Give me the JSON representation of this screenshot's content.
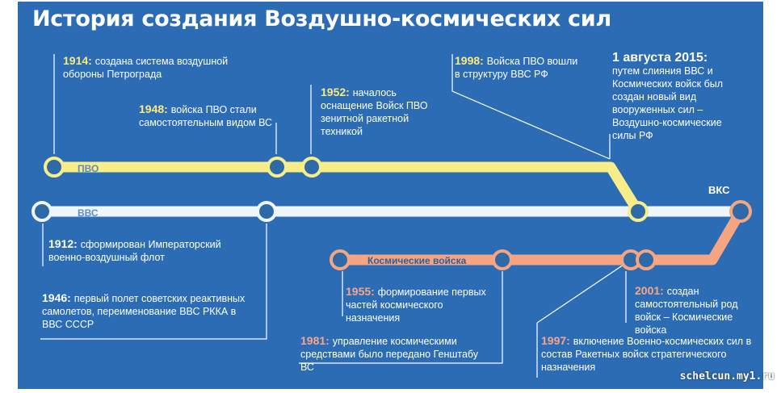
{
  "title": "История создания Воздушно-космических сил",
  "lines": {
    "pvo": "ПВО",
    "vvs": "ВВС",
    "space": "Космические войска",
    "vks": "ВКС"
  },
  "events": {
    "e1914": {
      "year": "1914",
      "text": "создана система воздушной обороны Петрограда"
    },
    "e1948": {
      "year": "1948",
      "text": "войска ПВО стали самостоятельным видом ВС"
    },
    "e1952": {
      "year": "1952",
      "text": "началось оснащение Войск ПВО зенитной ракетной техникой"
    },
    "e1998": {
      "year": "1998",
      "text": "Войска ПВО вошли в структуру ВВС РФ"
    },
    "e2015": {
      "year": "1 августа 2015",
      "text": "путем слияния ВВС и Космических войск был создан новый вид вооруженных сил – Воздушно-космические силы РФ"
    },
    "e1912": {
      "year": "1912",
      "text": "сформирован Императорский военно-воздушный флот"
    },
    "e1946": {
      "year": "1946",
      "text": "первый полет советских реактивных самолетов, переименование ВВС РККА в ВВС СССР"
    },
    "e1955": {
      "year": "1955",
      "text": "формирование первых частей космического назначения"
    },
    "e1981": {
      "year": "1981",
      "text": "управление космическими средствами было передано Генштабу ВС"
    },
    "e1997": {
      "year": "1997",
      "text": "включение Военно-космических сил в состав Ракетных войск стратегического назначения"
    },
    "e2001": {
      "year": "2001",
      "text": "создан самостоятельный род войск – Космические войска"
    }
  },
  "watermark": "schelcun.my1.ru",
  "colors": {
    "background": "#2b6cb5",
    "pvo_line": "#f7ee8a",
    "vvs_line": "#eef6fb",
    "space_line": "#f5a582",
    "node_fill": "#2e6aa7",
    "leader": "#ffffff"
  }
}
